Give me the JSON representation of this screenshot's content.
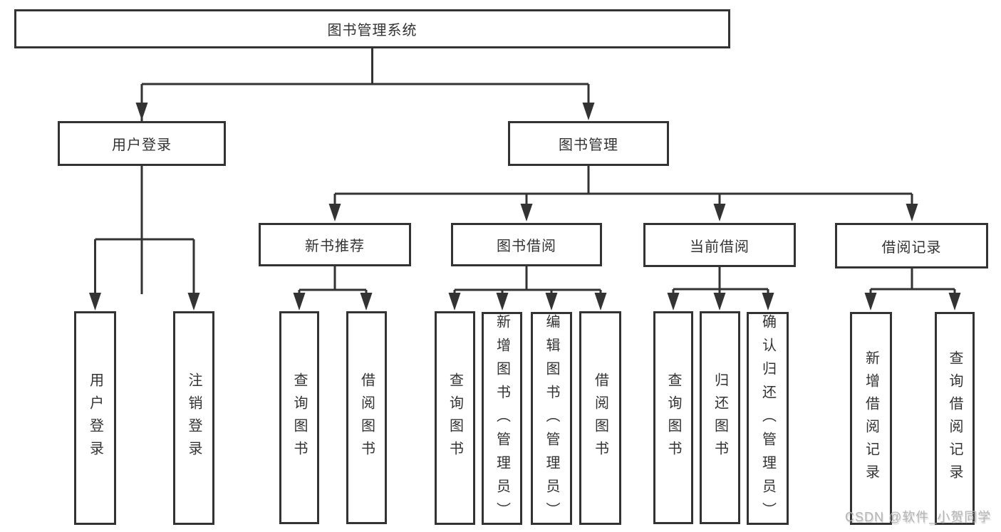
{
  "diagram": {
    "root": {
      "label": "图书管理系统"
    },
    "level2": [
      {
        "label": "用户登录"
      },
      {
        "label": "图书管理"
      }
    ],
    "level3": [
      {
        "label": "新书推荐"
      },
      {
        "label": "图书借阅"
      },
      {
        "label": "当前借阅"
      },
      {
        "label": "借阅记录"
      }
    ],
    "leaves": {
      "user_login": [
        {
          "label": "用户登录"
        },
        {
          "label": "注销登录"
        }
      ],
      "new_book": [
        {
          "label": "查询图书"
        },
        {
          "label": "借阅图书"
        }
      ],
      "book_borrow": [
        {
          "label": "查询图书"
        },
        {
          "label": "新增图书（管理员）"
        },
        {
          "label": "编辑图书（管理员）"
        },
        {
          "label": "借阅图书"
        }
      ],
      "current_borrow": [
        {
          "label": "查询图书"
        },
        {
          "label": "归还图书"
        },
        {
          "label": "确认归还（管理员）"
        }
      ],
      "records": [
        {
          "label": "新增借阅记录"
        },
        {
          "label": "查询借阅记录"
        }
      ]
    },
    "watermark": "CSDN @软件_小贺同学",
    "colors": {
      "line": "#333333",
      "box_background": "#ffffff",
      "text": "#333333",
      "watermark": "#b4b4b4"
    }
  }
}
